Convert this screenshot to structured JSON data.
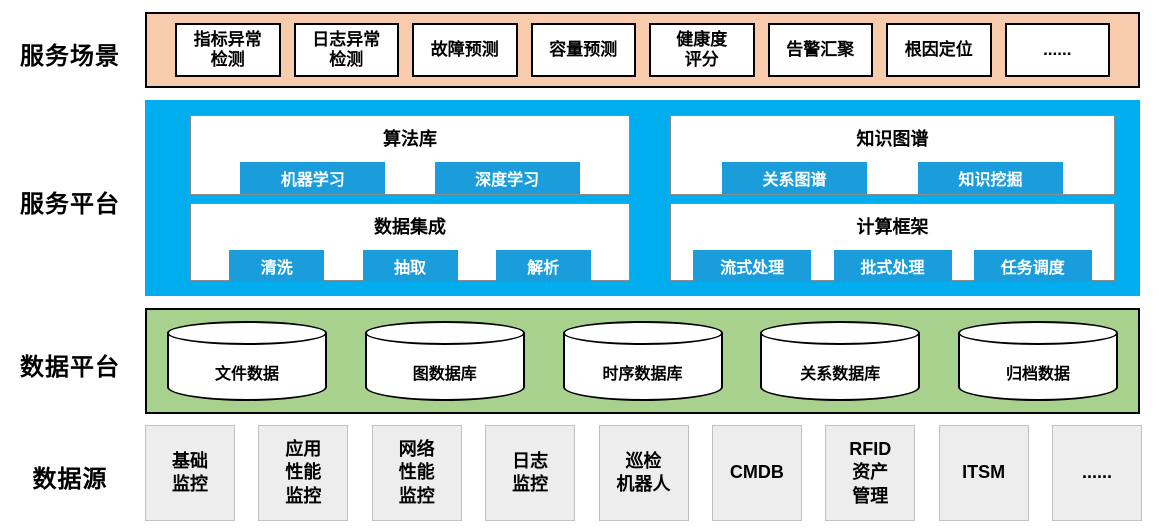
{
  "scenarios": {
    "label": "服务场景",
    "items": [
      "指标异常\n检测",
      "日志异常\n检测",
      "故障预测",
      "容量预测",
      "健康度\n评分",
      "告警汇聚",
      "根因定位",
      "......"
    ]
  },
  "platform": {
    "label": "服务平台",
    "groups": [
      {
        "title": "算法库",
        "items": [
          "机器学习",
          "深度学习"
        ]
      },
      {
        "title": "知识图谱",
        "items": [
          "关系图谱",
          "知识挖掘"
        ]
      },
      {
        "title": "数据集成",
        "items": [
          "清洗",
          "抽取",
          "解析"
        ]
      },
      {
        "title": "计算框架",
        "items": [
          "流式处理",
          "批式处理",
          "任务调度"
        ]
      }
    ]
  },
  "data_platform": {
    "label": "数据平台",
    "databases": [
      "文件数据",
      "图数据库",
      "时序数据库",
      "关系数据库",
      "归档数据"
    ]
  },
  "sources": {
    "label": "数据源",
    "items": [
      "基础\n监控",
      "应用\n性能\n监控",
      "网络\n性能\n监控",
      "日志\n监控",
      "巡检\n机器人",
      "CMDB",
      "RFID\n资产\n管理",
      "ITSM",
      "......"
    ]
  },
  "colors": {
    "scenario_band": "#F8CBAD",
    "platform_band": "#00AEEF",
    "chip_blue": "#1B9DDB",
    "data_band": "#A9D18E",
    "source_box": "#EDEDED"
  }
}
